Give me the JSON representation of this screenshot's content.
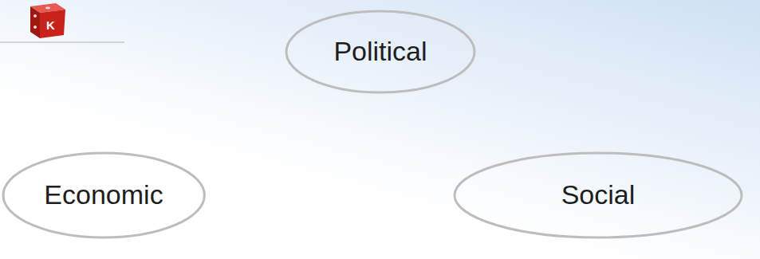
{
  "diagram": {
    "nodes": [
      {
        "text": [
          "Political"
        ]
      },
      {
        "text": [
          "Economic"
        ]
      },
      {
        "text": [
          "Social"
        ]
      }
    ],
    "labels": [
      "K"
    ]
  }
}
